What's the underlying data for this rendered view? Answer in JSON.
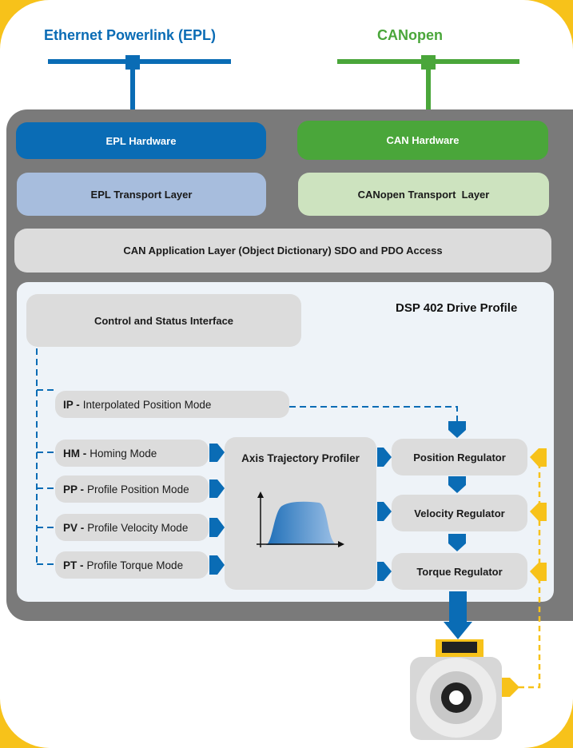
{
  "buses": {
    "epl": {
      "label": "Ethernet Powerlink (EPL)",
      "color": "#0a6cb5"
    },
    "can": {
      "label": "CANopen",
      "color": "#4aa63a"
    }
  },
  "layers": {
    "epl_hardware": "EPL Hardware",
    "can_hardware": "CAN Hardware",
    "epl_transport": "EPL Transport Layer",
    "canopen_transport": "CANopen Transport  Layer",
    "application": "CAN Application Layer (Object Dictionary) SDO and PDO Access"
  },
  "profile": {
    "title": "DSP 402 Drive Profile",
    "control_status": "Control and Status Interface",
    "modes": [
      {
        "code": "IP -",
        "name": "Interpolated Position Mode"
      },
      {
        "code": "HM -",
        "name": "Homing Mode"
      },
      {
        "code": "PP -",
        "name": "Profile Position Mode"
      },
      {
        "code": "PV -",
        "name": "Profile Velocity Mode"
      },
      {
        "code": "PT -",
        "name": "Profile Torque Mode"
      }
    ],
    "profiler": "Axis Trajectory Profiler",
    "regulators": [
      "Position Regulator",
      "Velocity Regulator",
      "Torque Regulator"
    ]
  },
  "colors": {
    "epl_blue": "#0a6cb5",
    "can_green": "#4aa63a",
    "epl_transport_bg": "#a7bddd",
    "can_transport_bg": "#cde3bf",
    "frame_gray": "#7a7a7a",
    "box_gray": "#dcdcdc",
    "feedback_yellow": "#f7c21a",
    "border_yellow": "#f7c21a"
  }
}
